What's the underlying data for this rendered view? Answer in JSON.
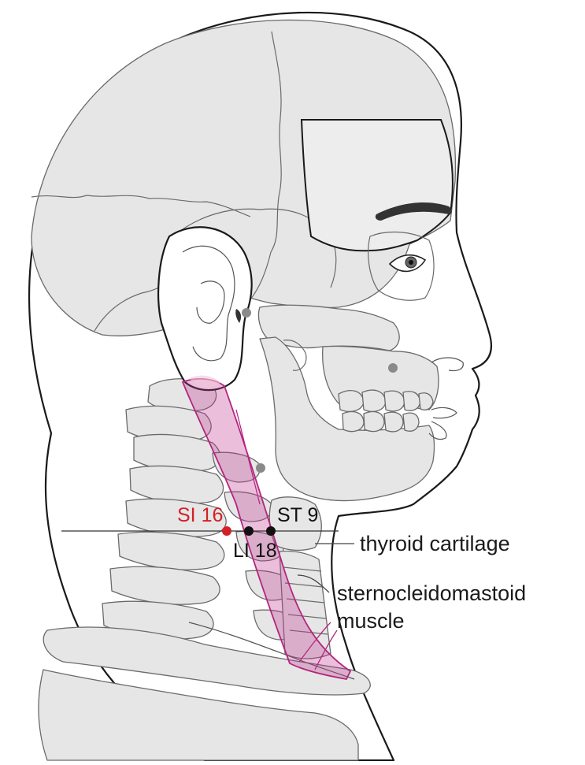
{
  "colors": {
    "highlight_point": "#d32027",
    "point": "#111111",
    "reference_point": "#8a8a8a",
    "muscle_fill": "#c2398f",
    "label_text": "#1a1a1a"
  },
  "points": [
    {
      "id": "si16",
      "label": "SI 16",
      "color": "highlight"
    },
    {
      "id": "li18",
      "label": "LI 18",
      "color": "dark"
    },
    {
      "id": "st9",
      "label": "ST 9",
      "color": "dark"
    }
  ],
  "annotations": {
    "thyroid": "thyroid cartilage",
    "scm_line1": "sternocleidomastoid",
    "scm_line2": "muscle"
  }
}
